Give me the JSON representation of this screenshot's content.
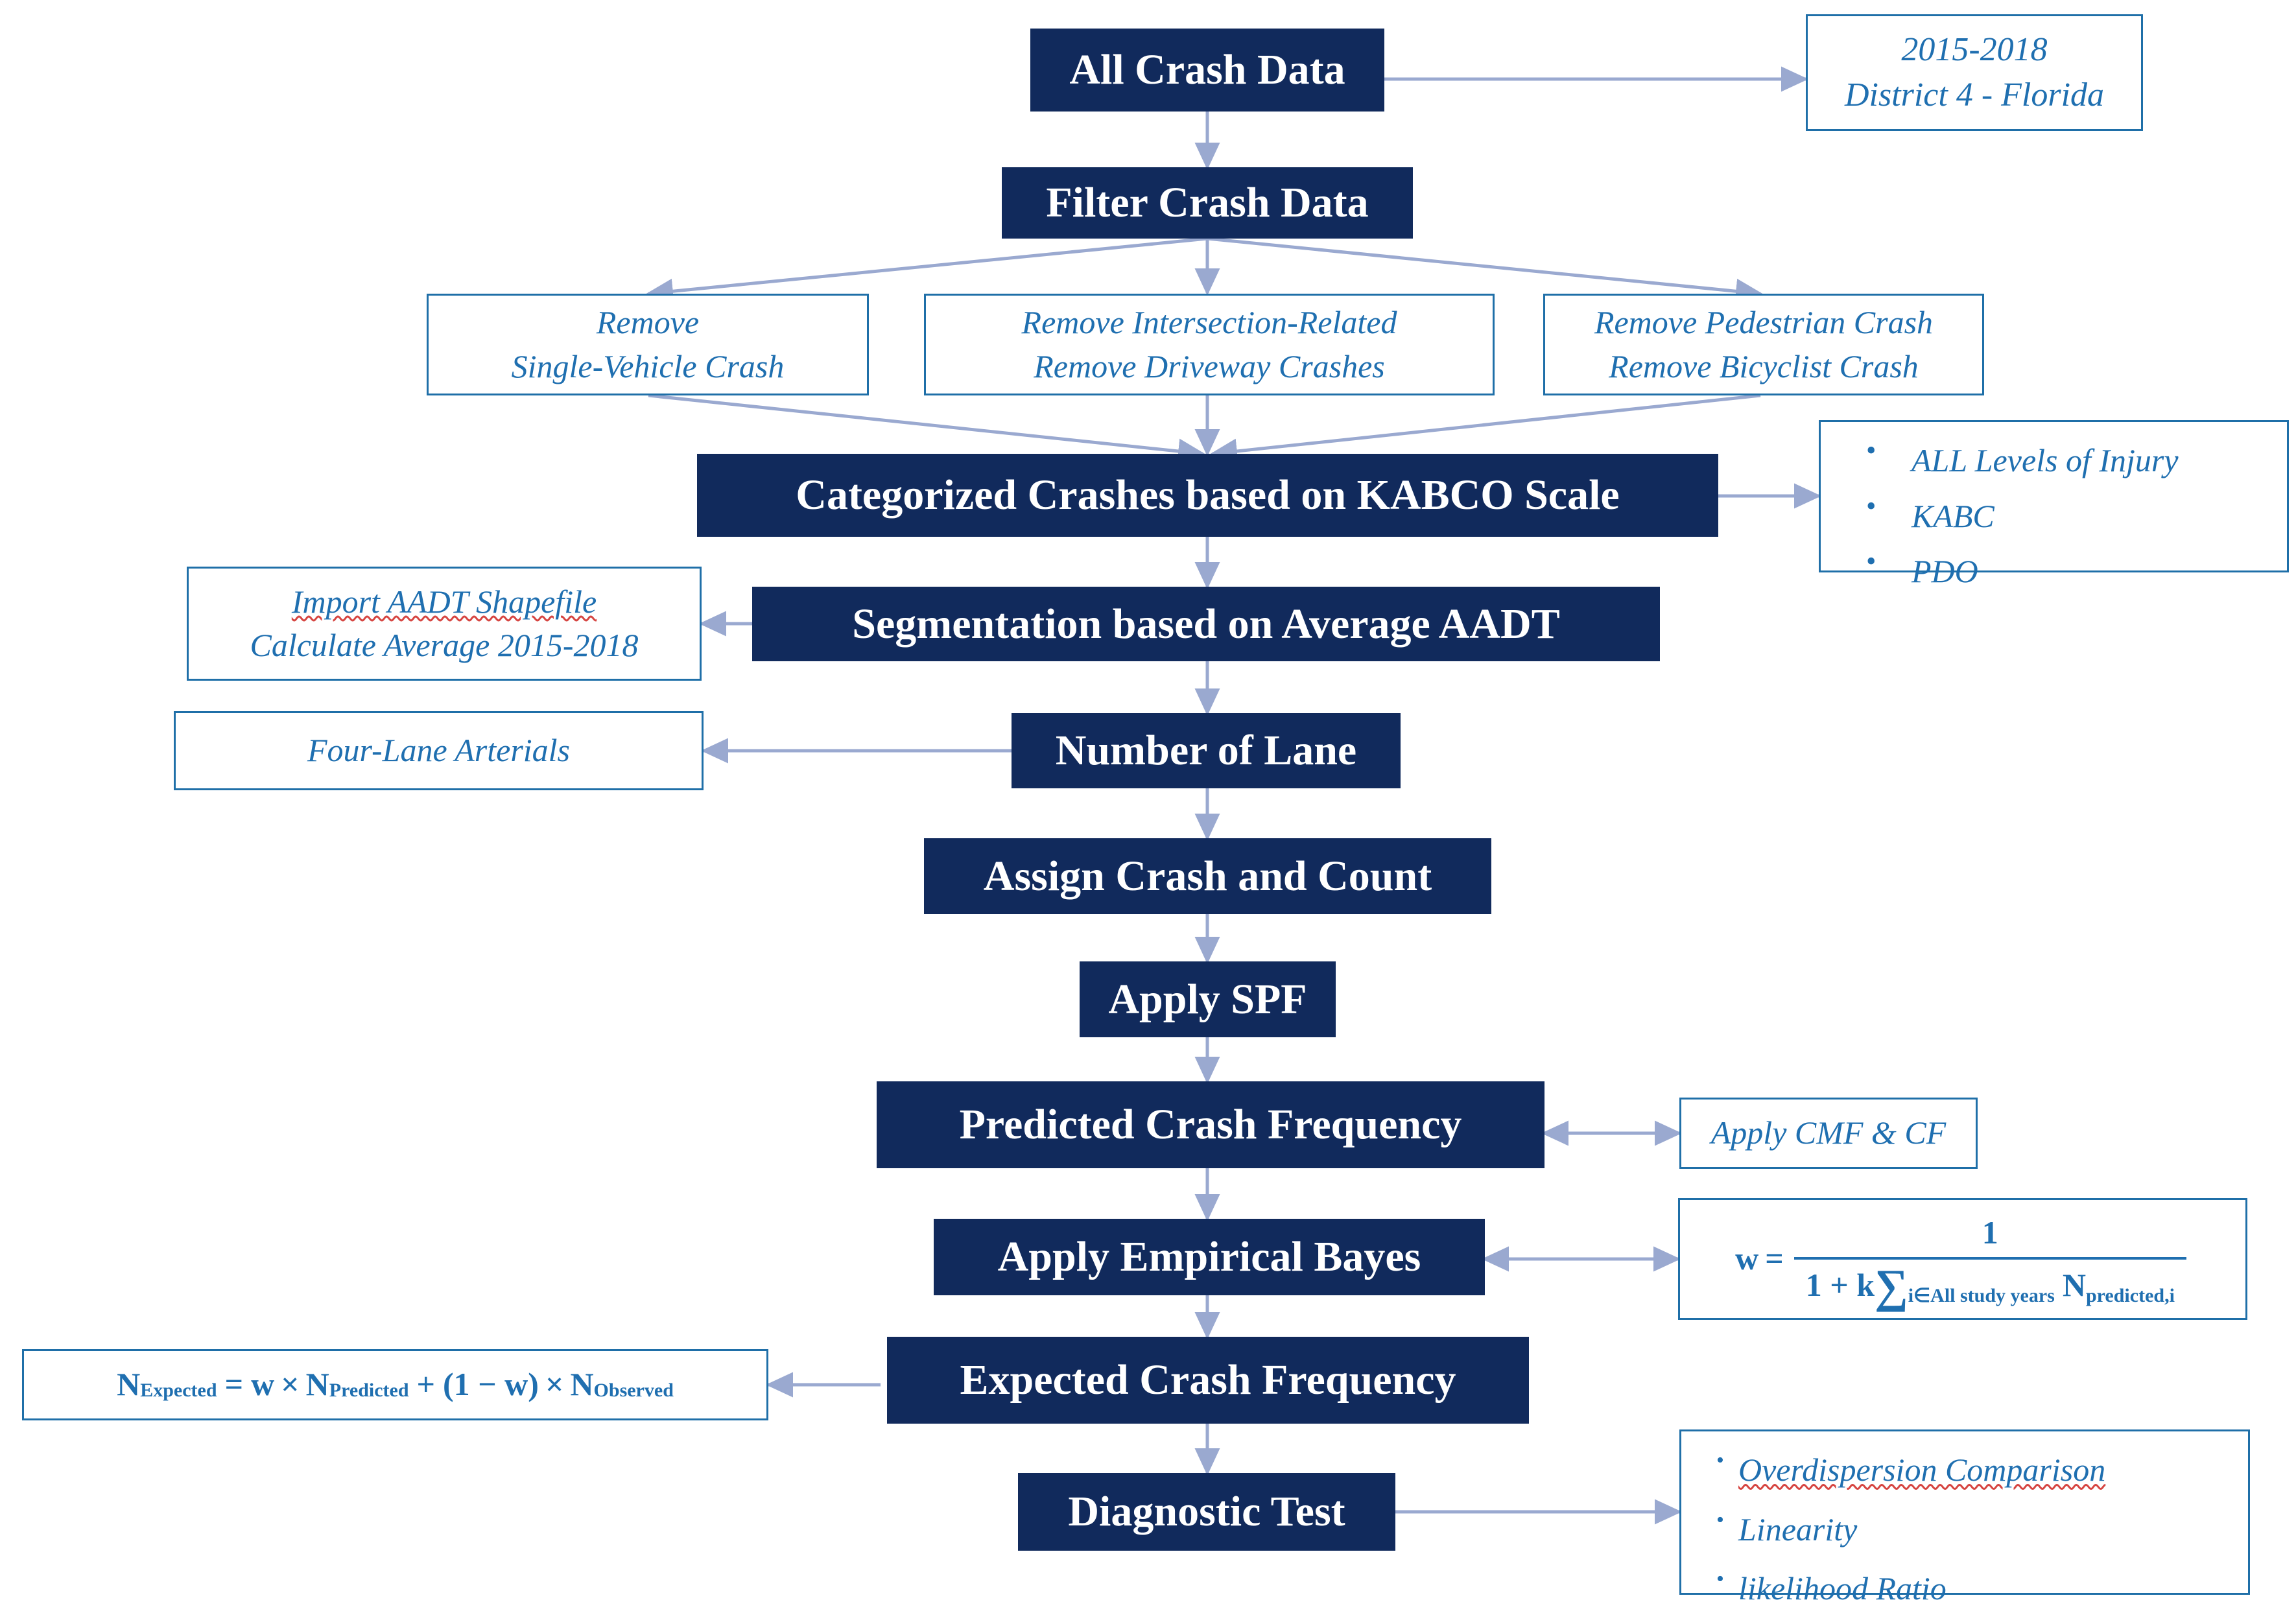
{
  "diagram": {
    "title": "Crash Data Analysis Methodology Flowchart",
    "colors": {
      "process_fill": "#112A5C",
      "process_text": "#FFFFFF",
      "annotation_border": "#1F6FA8",
      "annotation_text": "#1F6FB0",
      "connector": "#9AA9D0",
      "spellcheck_underline": "#D64541"
    }
  },
  "nodes": {
    "all_crash_data": "All Crash Data",
    "study_scope": {
      "line1": "2015-2018",
      "line2": "District 4 - Florida"
    },
    "filter_crash_data": "Filter Crash Data",
    "filter_1": {
      "line1": "Remove",
      "line2": "Single-Vehicle Crash"
    },
    "filter_2": {
      "line1": "Remove Intersection-Related",
      "line2": "Remove Driveway Crashes"
    },
    "filter_3": {
      "line1": "Remove Pedestrian Crash",
      "line2": "Remove Bicyclist Crash"
    },
    "categorized": "Categorized Crashes based on KABCO Scale",
    "kabco_levels": [
      "ALL Levels of Injury",
      "KABC",
      "PDO"
    ],
    "segmentation": "Segmentation based on Average AADT",
    "aadt_note": {
      "line1": "Import AADT Shapefile",
      "line2": "Calculate Average 2015-2018"
    },
    "number_of_lane": "Number of Lane",
    "lane_note": "Four-Lane Arterials",
    "assign_crash": "Assign Crash and Count",
    "apply_spf": "Apply SPF",
    "predicted_crash_frequency": "Predicted Crash Frequency",
    "cmf_note": "Apply CMF & CF",
    "apply_empirical_bayes": "Apply Empirical Bayes",
    "weight_formula": {
      "lhs": "w",
      "equals": "=",
      "numerator": "1",
      "denominator_prefix": "1 + k",
      "sum_symbol": "∑",
      "sum_subscript": "i∈All study years",
      "term": "N",
      "term_subscript": "predicted,i"
    },
    "expected_crash_frequency": "Expected Crash Frequency",
    "expected_formula": {
      "lhs": "N",
      "lhs_sub": "Expected",
      "equals": "=",
      "w": "w",
      "times1": "×",
      "n_predicted": "N",
      "n_predicted_sub": "Predicted",
      "plus": "+",
      "one_minus_w": "(1 − w)",
      "times2": "×",
      "n_observed": "N",
      "n_observed_sub": "Observed"
    },
    "diagnostic_test": "Diagnostic Test",
    "diagnostic_items": [
      "Overdispersion Comparison",
      "Linearity",
      "likelihood Ratio"
    ]
  }
}
